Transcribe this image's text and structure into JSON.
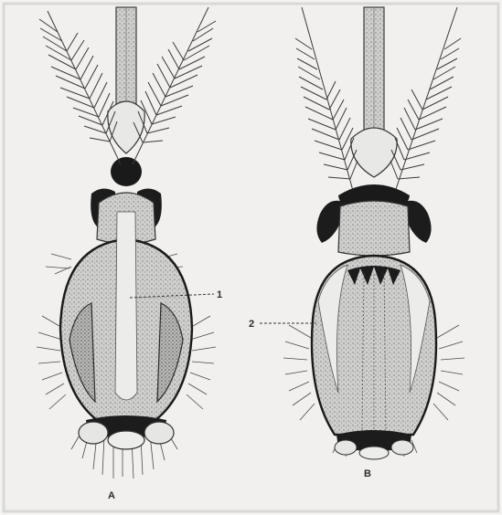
{
  "figure": {
    "panels": [
      {
        "letter": "A",
        "pointer_label": "1"
      },
      {
        "letter": "B",
        "pointer_label": "2"
      }
    ],
    "colors": {
      "paper": "#f4f3f1",
      "ink": "#2a2a2a",
      "stipple": "#8e8e8e",
      "dark_head": "#1a1a1a",
      "frame": "#d8d8d6"
    }
  }
}
